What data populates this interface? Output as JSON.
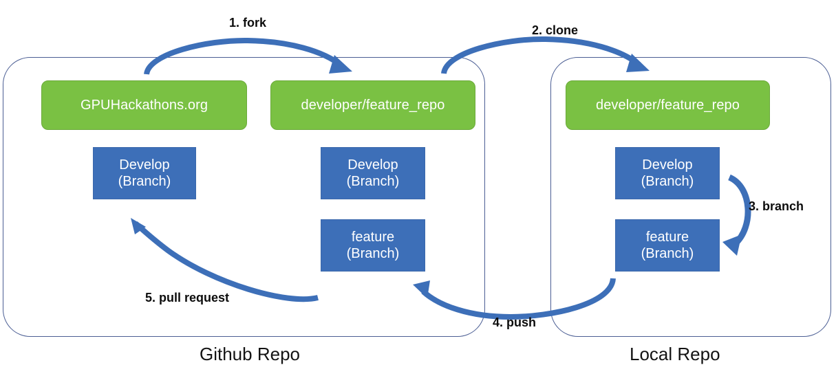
{
  "diagram": {
    "title": "Git fork-clone-branch-push-pull-request workflow",
    "colors": {
      "repo_green": "#7ac143",
      "branch_blue": "#3d6fb8",
      "arrow_blue": "#3d6fb8",
      "container_stroke": "#4a5d93",
      "background": "#ffffff",
      "label_text": "#0d0d0d"
    }
  },
  "zones": [
    {
      "id": "github",
      "label": "Github Repo"
    },
    {
      "id": "local",
      "label": "Local Repo"
    }
  ],
  "repos": [
    {
      "id": "upstream",
      "label": "GPUHackathons.org",
      "zone": "github"
    },
    {
      "id": "fork",
      "label": "developer/feature_repo",
      "zone": "github"
    },
    {
      "id": "local",
      "label": "developer/feature_repo",
      "zone": "local"
    }
  ],
  "branches": [
    {
      "id": "upstream-develop",
      "line1": "Develop",
      "line2": "(Branch)"
    },
    {
      "id": "fork-develop",
      "line1": "Develop",
      "line2": "(Branch)"
    },
    {
      "id": "fork-feature",
      "line1": "feature",
      "line2": "(Branch)"
    },
    {
      "id": "local-develop",
      "line1": "Develop",
      "line2": "(Branch)"
    },
    {
      "id": "local-feature",
      "line1": "feature",
      "line2": "(Branch)"
    }
  ],
  "steps": [
    {
      "id": "fork",
      "label": "1. fork"
    },
    {
      "id": "clone",
      "label": "2. clone"
    },
    {
      "id": "branch",
      "label": "3. branch"
    },
    {
      "id": "push",
      "label": "4. push"
    },
    {
      "id": "pull-request",
      "label": "5. pull request"
    }
  ]
}
